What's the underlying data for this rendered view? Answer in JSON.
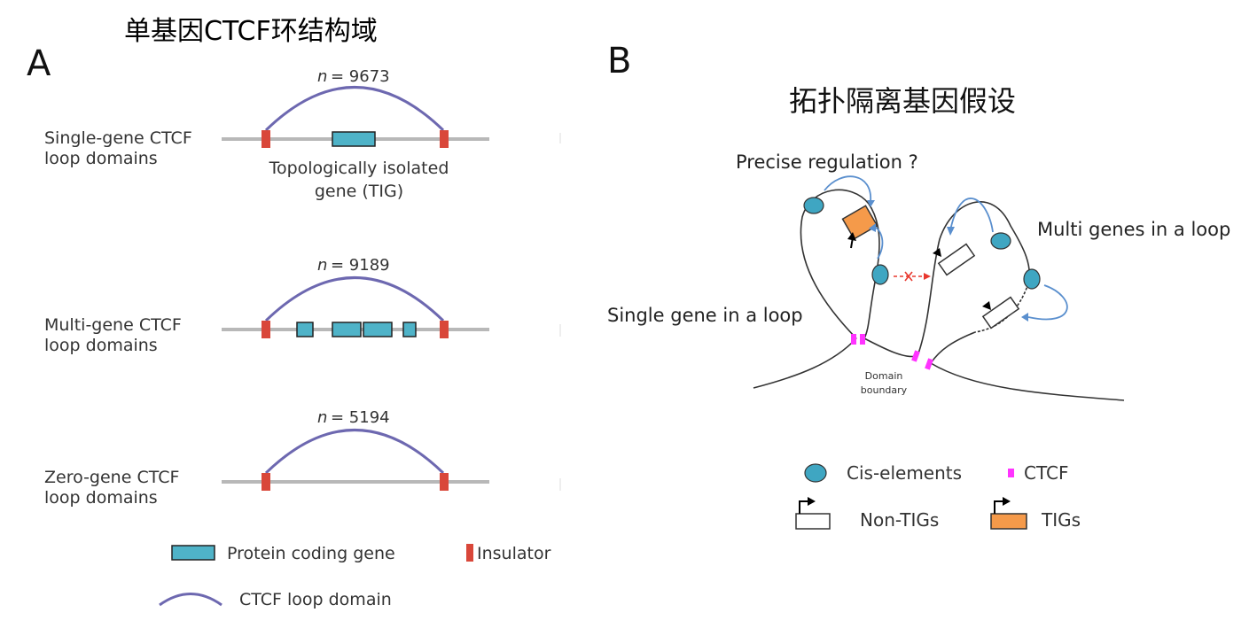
{
  "panel_a": {
    "letter": "A",
    "title": "单基因CTCF环结构域",
    "rows": [
      {
        "n_prefix": "n",
        "n_value": "= 9673",
        "label_line1": "Single-gene CTCF",
        "label_line2": "loop domains",
        "note_line1": "Topologically isolated",
        "note_line2": "gene (TIG)"
      },
      {
        "n_prefix": "n",
        "n_value": "= 9189",
        "label_line1": "Multi-gene CTCF",
        "label_line2": "loop domains"
      },
      {
        "n_prefix": "n",
        "n_value": "= 5194",
        "label_line1": "Zero-gene CTCF",
        "label_line2": "loop domains"
      }
    ],
    "legend": {
      "protein_coding": "Protein coding gene",
      "insulator": "Insulator",
      "loop_domain": "CTCF loop domain"
    },
    "colors": {
      "gene": "#4fb3c8",
      "insulator": "#d9473a",
      "arc": "#6d68b0",
      "chromatin": "#b8b8b8"
    }
  },
  "panel_b": {
    "letter": "B",
    "title": "拓扑隔离基因假设",
    "precise": "Precise regulation ?",
    "multi": "Multi genes in a loop",
    "single": "Single gene in a loop",
    "boundary_line1": "Domain",
    "boundary_line2": "boundary",
    "legend": {
      "cis": "Cis-elements",
      "ctcf": "CTCF",
      "non_tigs": "Non-TIGs",
      "tigs": "TIGs"
    },
    "colors": {
      "cis": "#3fa6c2",
      "ctcf": "#ff33ff",
      "tig": "#f59a4a",
      "arrow": "#5a8fce",
      "block": "#e8382e"
    }
  }
}
